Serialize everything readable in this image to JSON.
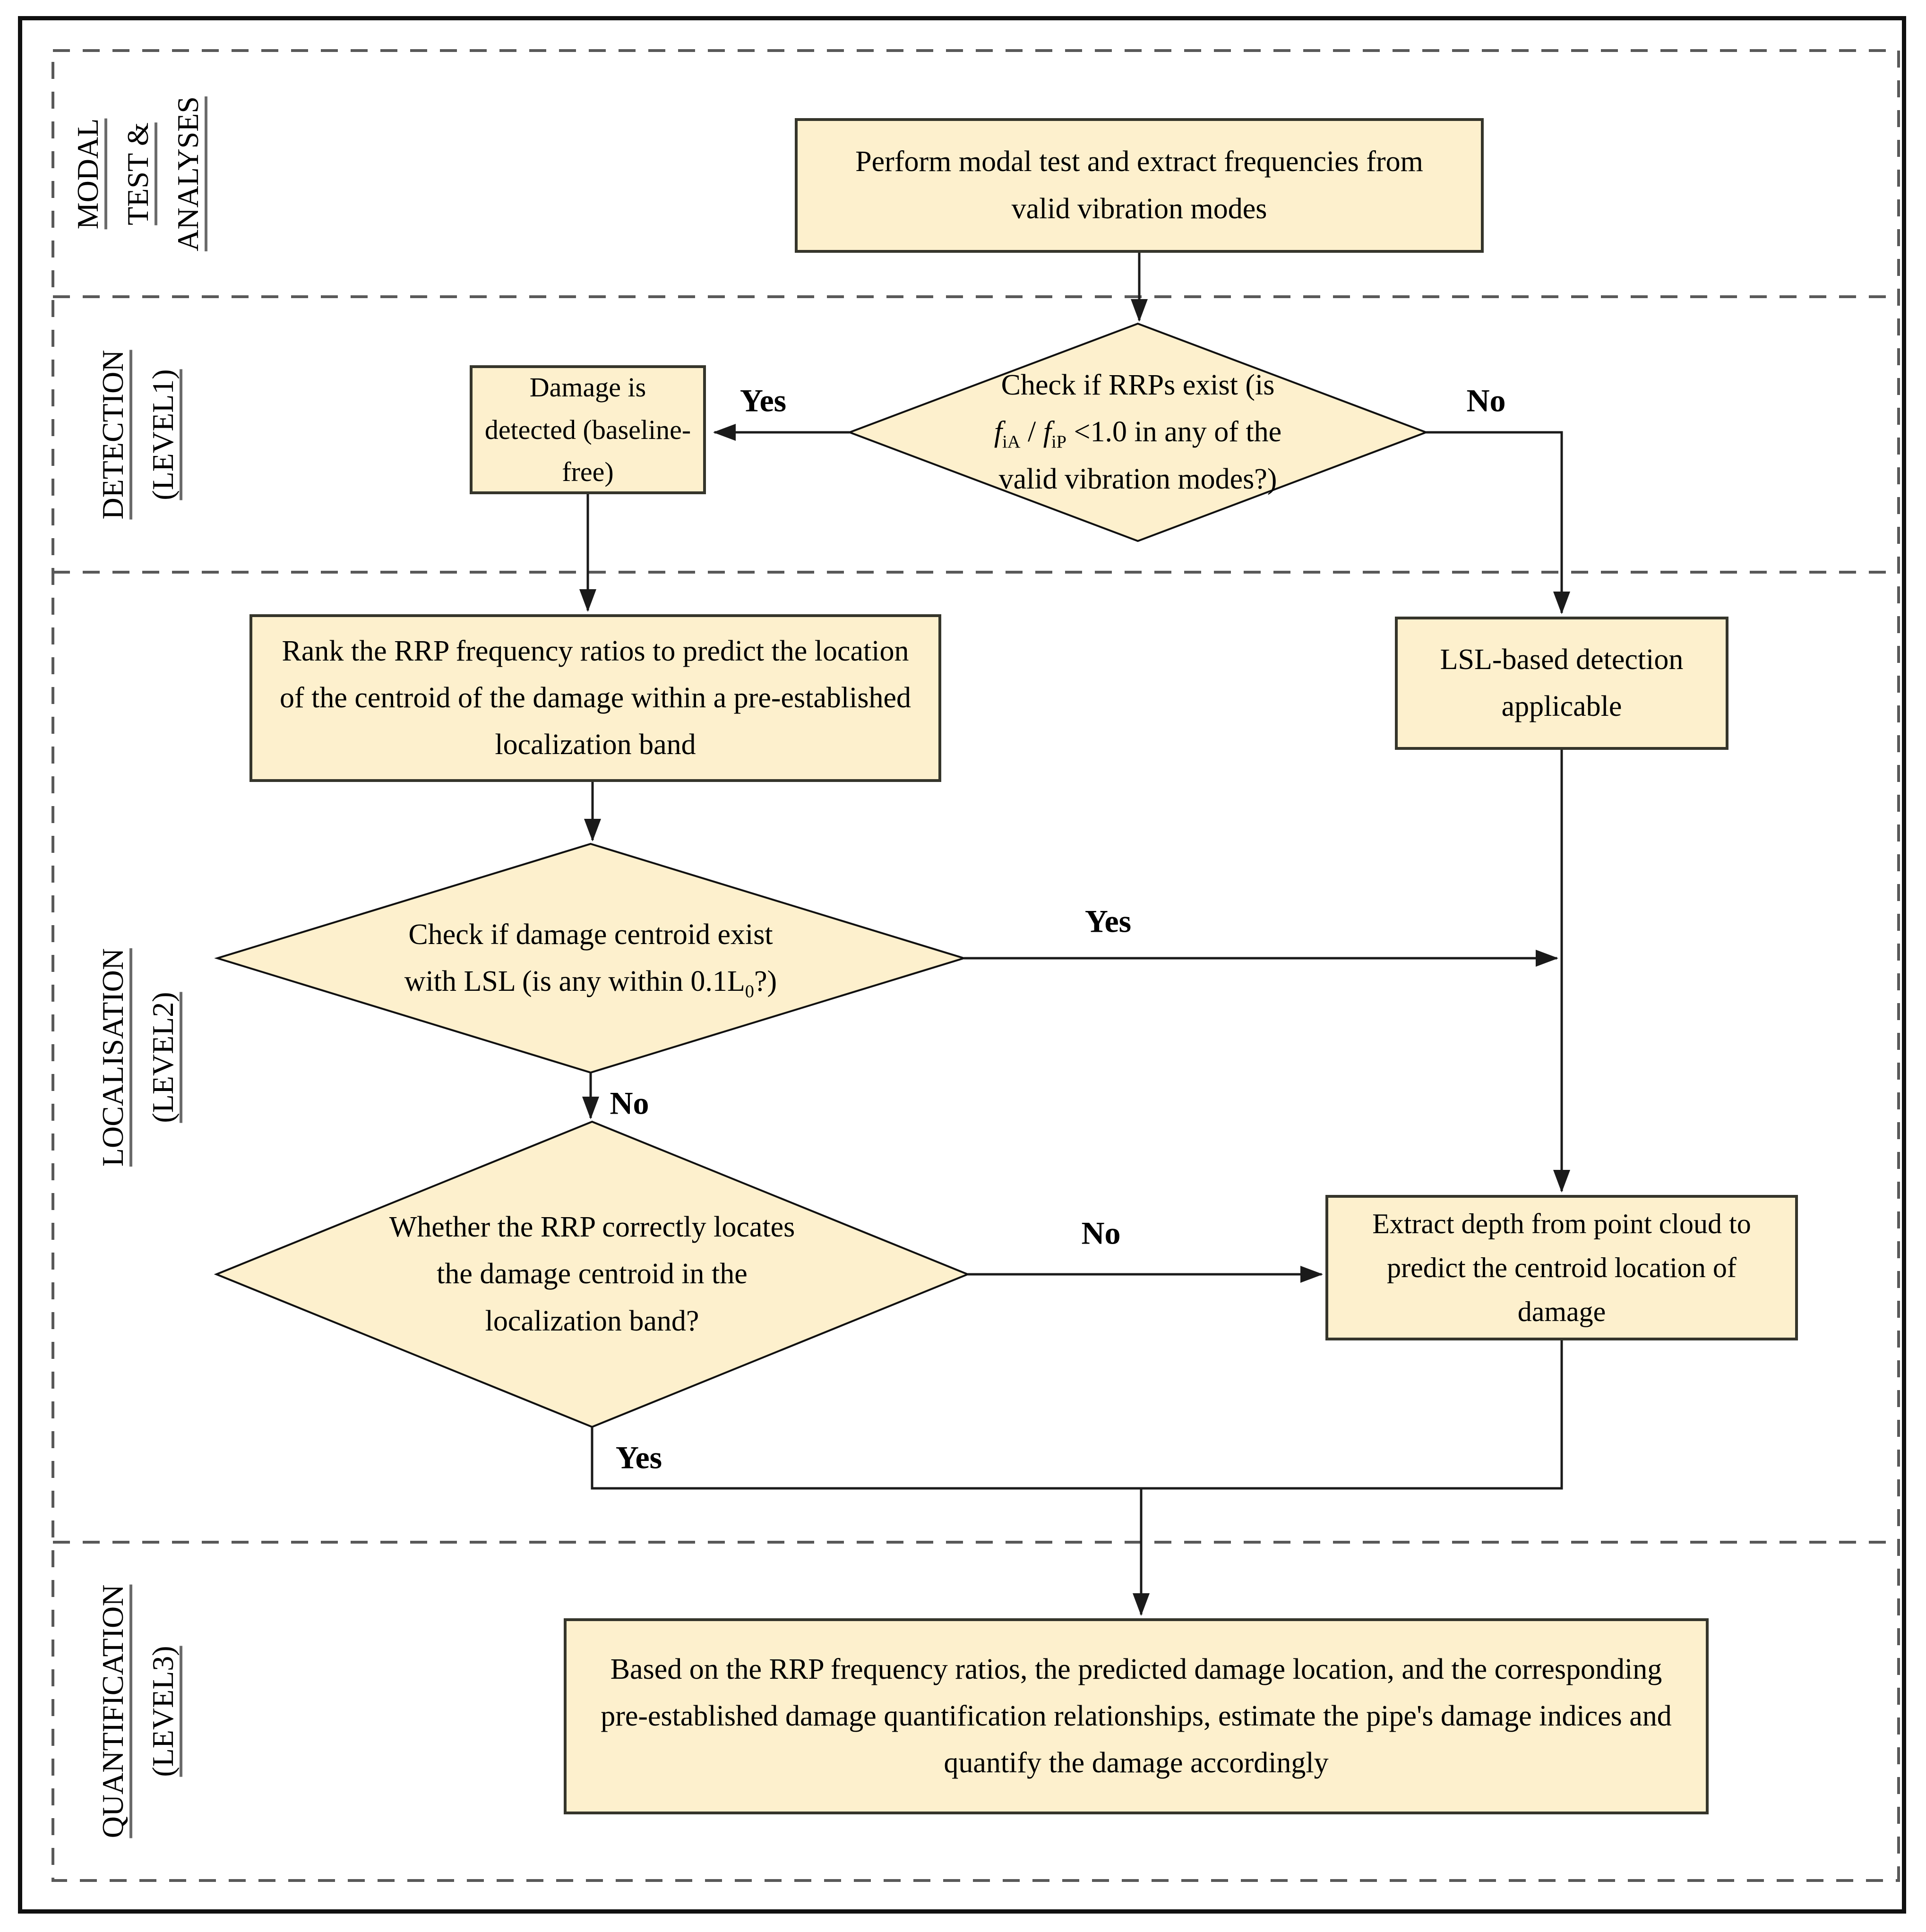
{
  "sections": [
    {
      "id": "modal-test-analyses",
      "lines": [
        "MODAL",
        "TEST &",
        "ANALYSES"
      ]
    },
    {
      "id": "detection-level1",
      "lines": [
        "DETECTION",
        "(LEVEL1)"
      ]
    },
    {
      "id": "localisation-level2",
      "lines": [
        "LOCALISATION",
        "(LEVEL2)"
      ]
    },
    {
      "id": "quantification-level3",
      "lines": [
        "QUANTIFICATION",
        "(LEVEL3)"
      ]
    }
  ],
  "nodes": {
    "perform": "Perform modal test and extract frequencies from valid vibration modes",
    "check_rrp": {
      "line1": "Check if RRPs exist (is",
      "f1": "f",
      "f1_sub": "iA",
      "divider": " / ",
      "f2": "f",
      "f2_sub": "iP",
      "line2_rest": " <1.0 in any of the",
      "line3": "valid vibration modes?)"
    },
    "damage_detected": "Damage is detected (baseline-free)",
    "rank_rrp": "Rank the RRP frequency ratios to predict the location of the centroid of the damage within a pre-established localization band",
    "lsl_based": "LSL-based detection applicable",
    "check_centroid": {
      "line1": "Check if damage centroid exist",
      "line2_a": "with LSL (is any within 0.1L",
      "line2_sub": "0",
      "line2_b": "?)"
    },
    "whether_rrp": {
      "lines": [
        "Whether the RRP correctly locates",
        "the damage centroid in the",
        "localization band?"
      ]
    },
    "extract_depth": "Extract depth from point cloud to predict the centroid location of damage",
    "quantify": "Based on the RRP frequency ratios, the predicted damage location, and the corresponding pre-established damage quantification relationships, estimate the pipe's damage indices and quantify the damage accordingly"
  },
  "edge_labels": {
    "yes_detect": "Yes",
    "no_detect": "No",
    "yes_lsl": "Yes",
    "no_lsl": "No",
    "no_rrp_band": "No",
    "yes_rrp_band": "Yes"
  },
  "colors": {
    "node_fill": "#fdf0cd",
    "node_border": "#35352b",
    "connector": "#1a1a1a",
    "dashed": "#595959",
    "text": "#000000"
  }
}
